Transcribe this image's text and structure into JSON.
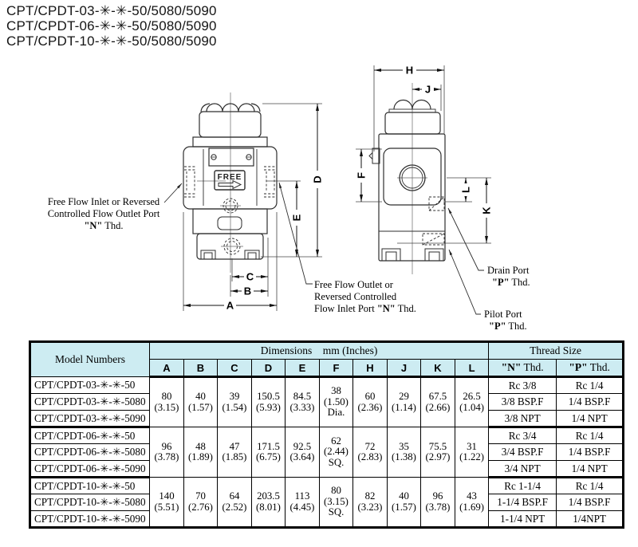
{
  "titles": [
    "CPT/CPDT-03-✳-✳-50/5080/5090",
    "CPT/CPDT-06-✳-✳-50/5080/5090",
    "CPT/CPDT-10-✳-✳-50/5080/5090"
  ],
  "drawing": {
    "free_label": "FREE",
    "letters": {
      "a": "A",
      "b": "B",
      "c": "C",
      "d": "D",
      "e": "E",
      "f": "F",
      "h": "H",
      "j": "J",
      "k": "K",
      "l": "L"
    },
    "callouts": {
      "inlet": {
        "line1": "Free Flow Inlet or Reversed",
        "line2": "Controlled Flow Outlet Port",
        "bold": "\"N\"",
        "rest": " Thd."
      },
      "outlet": {
        "line1": "Free Flow Outlet or",
        "line2": "Reversed Controlled",
        "line3_pre": "Flow Inlet Port ",
        "line3_bold": "\"N\"",
        "line3_post": " Thd."
      },
      "drain": {
        "line1": "Drain Port",
        "bold": "\"P\"",
        "rest": " Thd."
      },
      "pilot": {
        "line1": "Pilot Port",
        "bold": "\"P\"",
        "rest": " Thd."
      }
    }
  },
  "table": {
    "headers": {
      "model": "Model Numbers",
      "dimensions": "Dimensions    mm (Inches)",
      "thread": "Thread Size",
      "cols": [
        "A",
        "B",
        "C",
        "D",
        "E",
        "F",
        "H",
        "J",
        "K",
        "L"
      ],
      "n_bold": "\"N\"",
      "n_rest": " Thd.",
      "p_bold": "\"P\"",
      "p_rest": " Thd."
    },
    "groups": [
      {
        "models": [
          "CPT/CPDT-03-✳-✳-50",
          "CPT/CPDT-03-✳-✳-5080",
          "CPT/CPDT-03-✳-✳-5090"
        ],
        "dims": [
          [
            "80",
            "(3.15)"
          ],
          [
            "40",
            "(1.57)"
          ],
          [
            "39",
            "(1.54)"
          ],
          [
            "150.5",
            "(5.93)"
          ],
          [
            "84.5",
            "(3.33)"
          ],
          [
            "38",
            "(1.50)",
            "Dia."
          ],
          [
            "60",
            "(2.36)"
          ],
          [
            "29",
            "(1.14)"
          ],
          [
            "67.5",
            "(2.66)"
          ],
          [
            "26.5",
            "(1.04)"
          ]
        ],
        "n": [
          "Rc 3/8",
          "3/8 BSP.F",
          "3/8 NPT"
        ],
        "p": [
          "Rc 1/4",
          "1/4 BSP.F",
          "1/4 NPT"
        ]
      },
      {
        "models": [
          "CPT/CPDT-06-✳-✳-50",
          "CPT/CPDT-06-✳-✳-5080",
          "CPT/CPDT-06-✳-✳-5090"
        ],
        "dims": [
          [
            "96",
            "(3.78)"
          ],
          [
            "48",
            "(1.89)"
          ],
          [
            "47",
            "(1.85)"
          ],
          [
            "171.5",
            "(6.75)"
          ],
          [
            "92.5",
            "(3.64)"
          ],
          [
            "62",
            "(2.44)",
            "SQ."
          ],
          [
            "72",
            "(2.83)"
          ],
          [
            "35",
            "(1.38)"
          ],
          [
            "75.5",
            "(2.97)"
          ],
          [
            "31",
            "(1.22)"
          ]
        ],
        "n": [
          "Rc 3/4",
          "3/4 BSP.F",
          "3/4 NPT"
        ],
        "p": [
          "Rc 1/4",
          "1/4 BSP.F",
          "1/4 NPT"
        ]
      },
      {
        "models": [
          "CPT/CPDT-10-✳-✳-50",
          "CPT/CPDT-10-✳-✳-5080",
          "CPT/CPDT-10-✳-✳-5090"
        ],
        "dims": [
          [
            "140",
            "(5.51)"
          ],
          [
            "70",
            "(2.76)"
          ],
          [
            "64",
            "(2.52)"
          ],
          [
            "203.5",
            "(8.01)"
          ],
          [
            "113",
            "(4.45)"
          ],
          [
            "80",
            "(3.15)",
            "SQ."
          ],
          [
            "82",
            "(3.23)"
          ],
          [
            "40",
            "(1.57)"
          ],
          [
            "96",
            "(3.78)"
          ],
          [
            "43",
            "(1.69)"
          ]
        ],
        "n": [
          "Rc 1-1/4",
          "1-1/4 BSP.F",
          "1-1/4 NPT"
        ],
        "p": [
          "Rc 1/4",
          "1/4 BSP.F",
          "1/4NPT"
        ]
      }
    ]
  }
}
